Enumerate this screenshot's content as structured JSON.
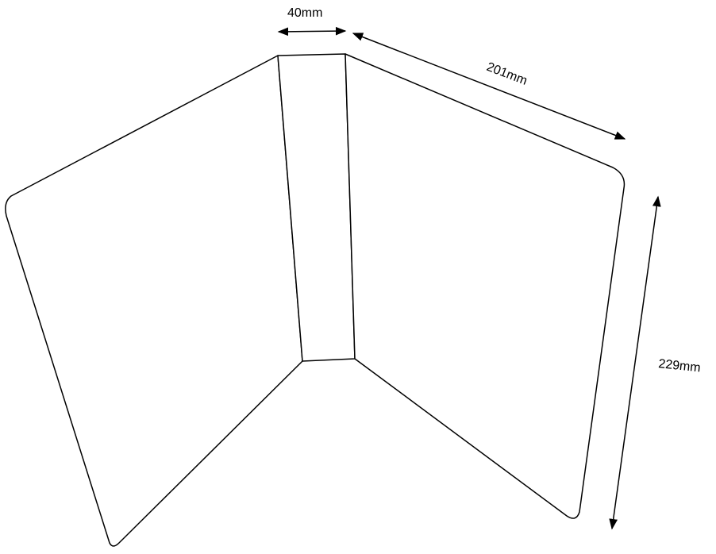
{
  "diagram": {
    "title": "Folded binder dimensions",
    "dimensions": {
      "spine_width": "40mm",
      "panel_width": "201mm",
      "panel_height": "229mm"
    },
    "colors": {
      "stroke": "#000000",
      "background": "#ffffff"
    }
  }
}
